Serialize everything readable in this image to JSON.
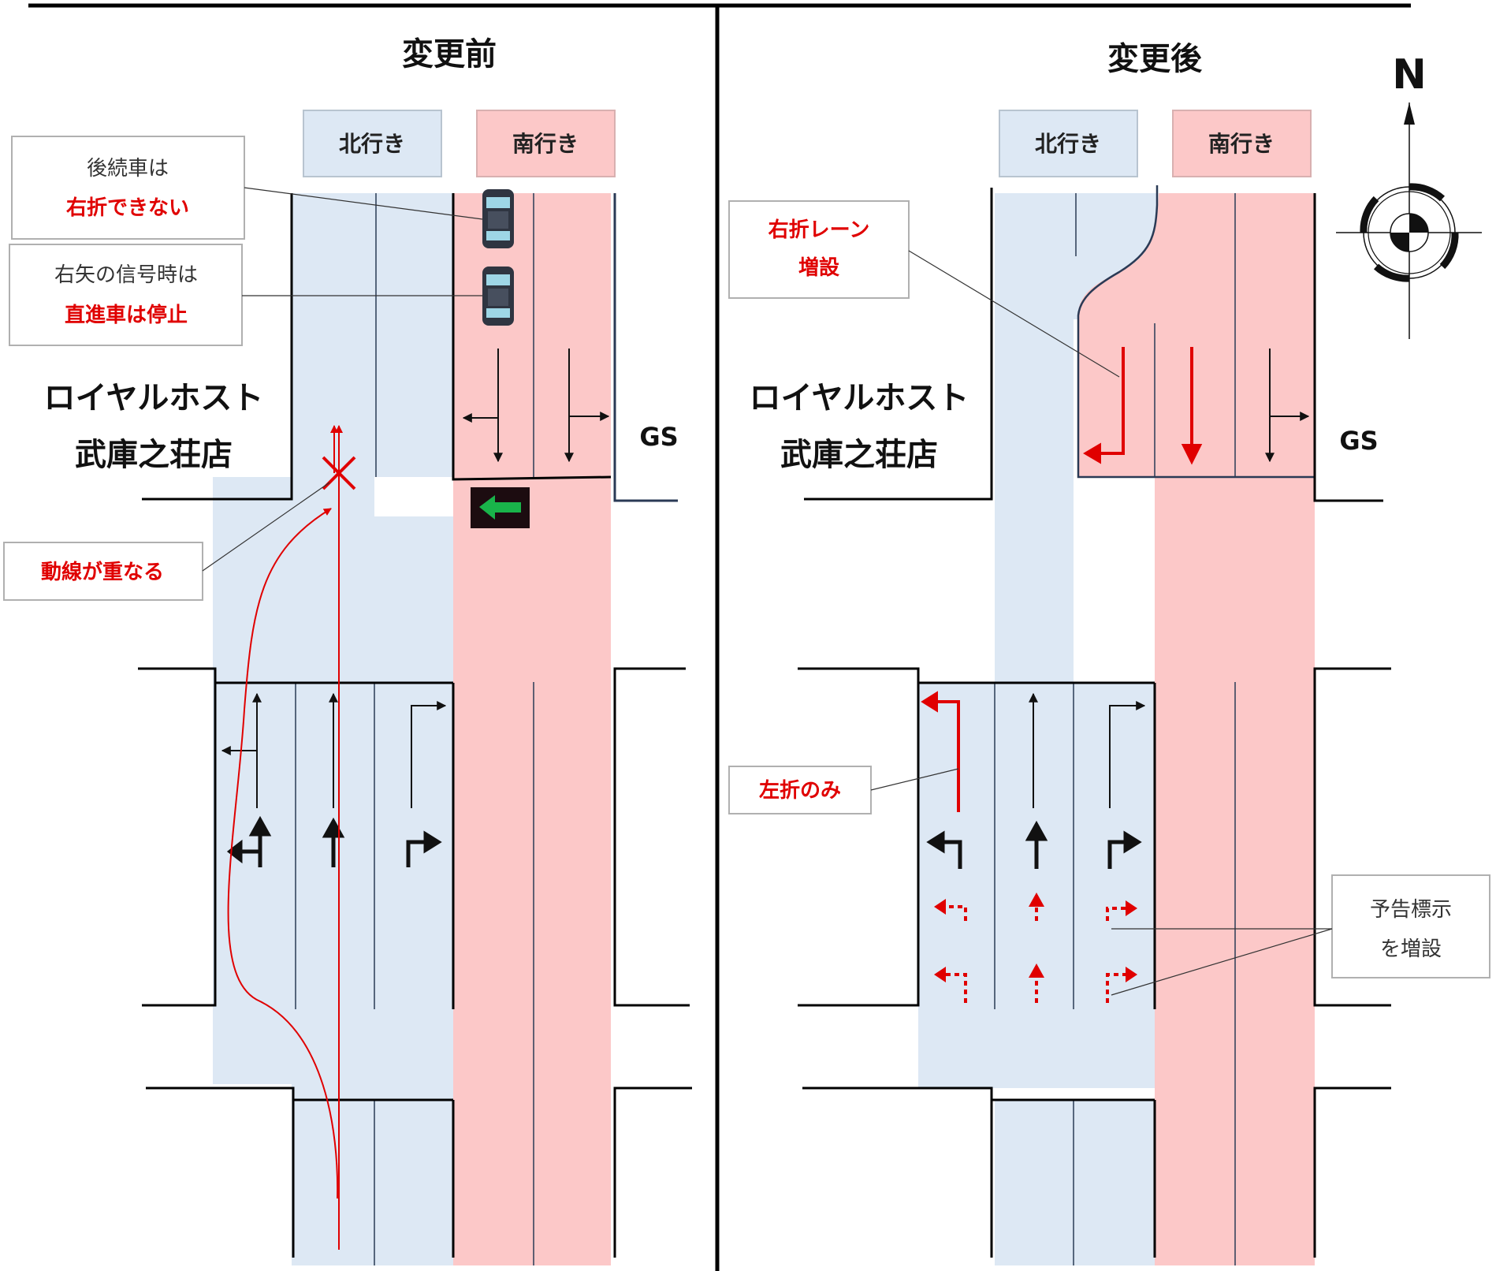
{
  "before": {
    "title": "変更前",
    "northbound": "北行き",
    "southbound": "南行き",
    "store_line1": "ロイヤルホスト",
    "store_line2": "武庫之荘店",
    "gs": "GS",
    "callout1_line1": "後続車は",
    "callout1_line2": "右折できない",
    "callout2_line1": "右矢の信号時は",
    "callout2_line2": "直進車は停止",
    "callout3": "動線が重なる"
  },
  "after": {
    "title": "変更後",
    "northbound": "北行き",
    "southbound": "南行き",
    "store_line1": "ロイヤルホスト",
    "store_line2": "武庫之荘店",
    "gs": "GS",
    "callout1_line1": "右折レーン",
    "callout1_line2": "増設",
    "callout2": "左折のみ",
    "callout3_line1": "予告標示",
    "callout3_line2": "を増設"
  },
  "compass": {
    "north": "N"
  },
  "colors": {
    "northbound_fill": "#dde8f4",
    "southbound_fill": "#fcc8c8",
    "accent_red": "#e00000",
    "signal_green": "#19b34a"
  }
}
